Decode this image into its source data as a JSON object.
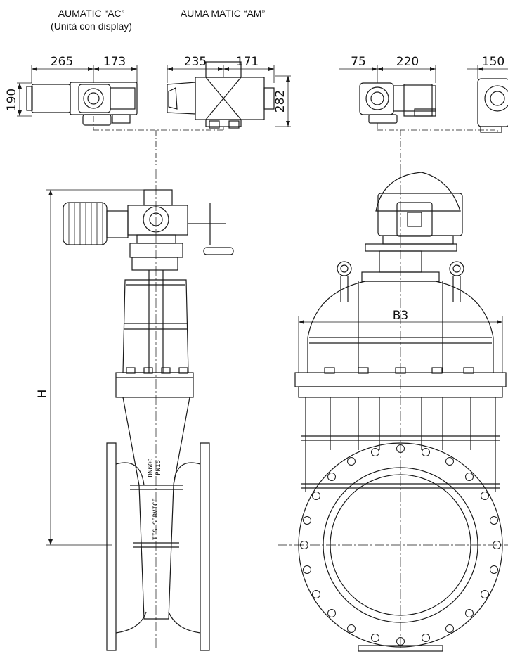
{
  "headers": {
    "ac_title": "AUMATIC “AC”",
    "ac_subtitle": "(Unità con display)",
    "am_title": "AUMA MATIC “AM”"
  },
  "dimensions": {
    "ac_left": "265",
    "ac_right": "173",
    "ac_height": "190",
    "am_left": "235",
    "am_right": "171",
    "am_height": "282",
    "side_left": "75",
    "side_right": "220",
    "side_far": "150",
    "overall_height": "H",
    "body_width": "B3"
  },
  "body_text": {
    "size_line1": "DN600",
    "size_line2": "PN16",
    "service_text": "TIS SERVICE"
  }
}
